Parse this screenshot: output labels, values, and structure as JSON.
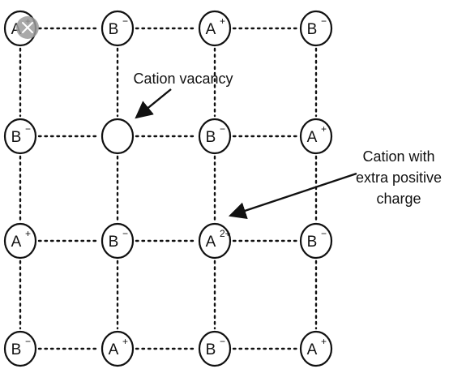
{
  "lattice": {
    "rows": [
      [
        {
          "symbol": "A",
          "charge": "+"
        },
        {
          "symbol": "B",
          "charge": "−"
        },
        {
          "symbol": "A",
          "charge": "+"
        },
        {
          "symbol": "B",
          "charge": "−"
        }
      ],
      [
        {
          "symbol": "B",
          "charge": "−"
        },
        {
          "symbol": "",
          "charge": "",
          "vacancy": true
        },
        {
          "symbol": "B",
          "charge": "−"
        },
        {
          "symbol": "A",
          "charge": "+"
        }
      ],
      [
        {
          "symbol": "A",
          "charge": "+"
        },
        {
          "symbol": "B",
          "charge": "−"
        },
        {
          "symbol": "A",
          "charge": "2+"
        },
        {
          "symbol": "B",
          "charge": "−"
        }
      ],
      [
        {
          "symbol": "B",
          "charge": "−"
        },
        {
          "symbol": "A",
          "charge": "+"
        },
        {
          "symbol": "B",
          "charge": "−"
        },
        {
          "symbol": "A",
          "charge": "+"
        }
      ]
    ]
  },
  "annotations": {
    "vacancy": {
      "lines": [
        "Cation vacancy"
      ]
    },
    "extra_charge": {
      "lines": [
        "Cation with",
        "extra positive",
        "charge"
      ]
    }
  },
  "overlay": {
    "close_icon": "close-icon"
  }
}
